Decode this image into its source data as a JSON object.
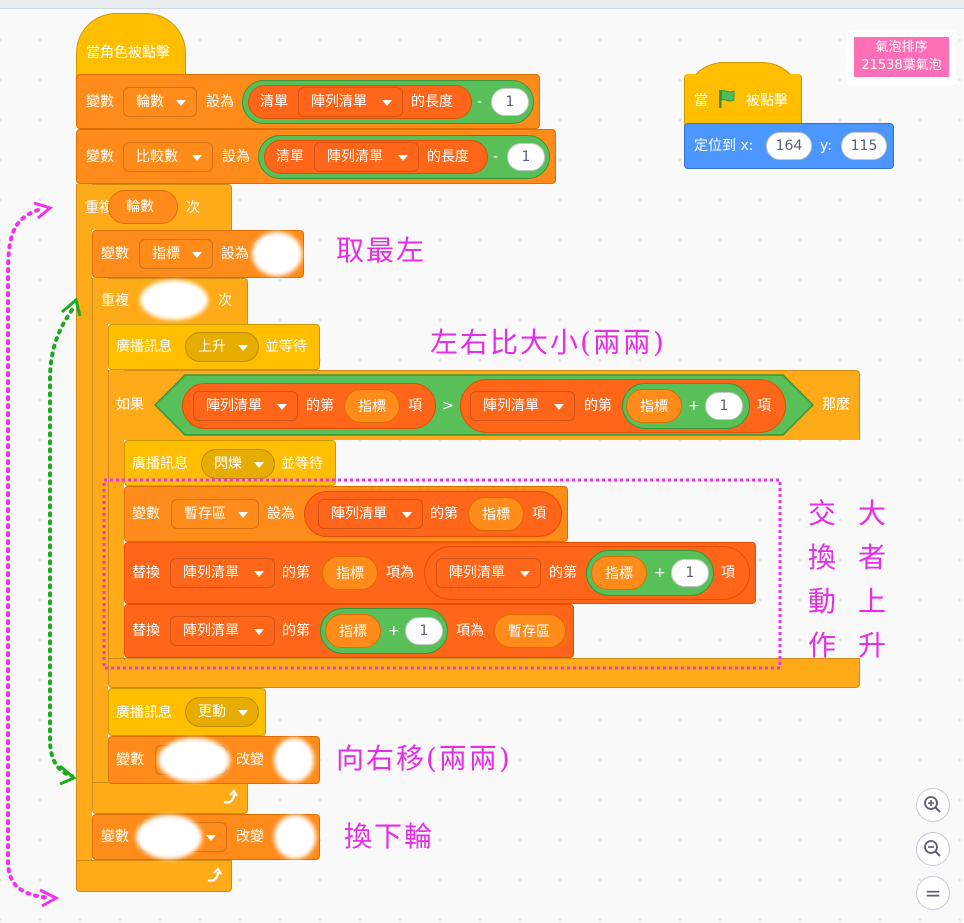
{
  "sprite_badge": {
    "line1": "氣泡排序",
    "line2": "21538葉氣泡"
  },
  "click_script": {
    "hat": "當角色被點擊",
    "set1": {
      "prefix": "變數",
      "var": "輪數",
      "mid": "設為",
      "list_prefix": "清單",
      "list": "陣列清單",
      "suffix": "的長度",
      "minus": "-",
      "num": "1"
    },
    "set2": {
      "prefix": "變數",
      "var": "比較數",
      "mid": "設為",
      "list_prefix": "清單",
      "list": "陣列清單",
      "suffix": "的長度",
      "minus": "-",
      "num": "1"
    },
    "repeat_outer": {
      "prefix": "重複",
      "var": "輪數",
      "suffix": "次"
    },
    "set_pointer": {
      "prefix": "變數",
      "var": "指標",
      "mid": "設為"
    },
    "repeat_inner": {
      "prefix": "重複",
      "suffix": "次"
    },
    "broadcast_up": {
      "prefix": "廣播訊息",
      "msg": "上升",
      "suffix": "並等待"
    },
    "if_block": {
      "prefix": "如果",
      "list_a": "陣列清單",
      "of_a": "的第",
      "idx_a": "指標",
      "item_a": "項",
      "op": ">",
      "list_b": "陣列清單",
      "of_b": "的第",
      "idx_b": "指標",
      "plus": "+",
      "num_b": "1",
      "item_b": "項",
      "then": "那麼"
    },
    "broadcast_blink": {
      "prefix": "廣播訊息",
      "msg": "閃爍",
      "suffix": "並等待"
    },
    "set_temp": {
      "prefix": "變數",
      "var": "暫存區",
      "mid": "設為",
      "list": "陣列清單",
      "of": "的第",
      "idx": "指標",
      "item": "項"
    },
    "replace1": {
      "prefix": "替換",
      "list": "陣列清單",
      "of": "的第",
      "idx": "指標",
      "as": "項為",
      "list2": "陣列清單",
      "of2": "的第",
      "idx2": "指標",
      "plus": "+",
      "num": "1",
      "item2": "項"
    },
    "replace2": {
      "prefix": "替換",
      "list": "陣列清單",
      "of": "的第",
      "idx": "指標",
      "plus": "+",
      "num": "1",
      "as": "項為",
      "val": "暫存區"
    },
    "broadcast_update": {
      "prefix": "廣播訊息",
      "msg": "更動"
    },
    "change1": {
      "prefix": "變數",
      "mid": "改變"
    },
    "change2": {
      "prefix": "變數",
      "mid": "改變"
    }
  },
  "flag_script": {
    "hat_prefix": "當",
    "hat_suffix": "被點擊",
    "goto": {
      "prefix": "定位到 x:",
      "x": "164",
      "ylabel": "y:",
      "y": "115"
    }
  },
  "annotations": {
    "take_leftmost": "取最左",
    "compare_pair": "左右比大小(兩兩)",
    "swap_col1": [
      "交",
      "換",
      "動",
      "作"
    ],
    "swap_col2": [
      "大",
      "者",
      "上",
      "升"
    ],
    "move_right": "向右移(兩兩)",
    "next_round": "換下輪"
  },
  "zoom": {
    "in": "+",
    "out": "−",
    "reset": "="
  },
  "colors": {
    "events": "#ffbf00",
    "control": "#ffab19",
    "variables": "#ff8c1a",
    "lists": "#ff661a",
    "motion": "#4c97ff",
    "operators": "#59c059",
    "annotation": "#e62ee6",
    "badge": "#ff6fb7",
    "flag": "#4cbf56"
  }
}
